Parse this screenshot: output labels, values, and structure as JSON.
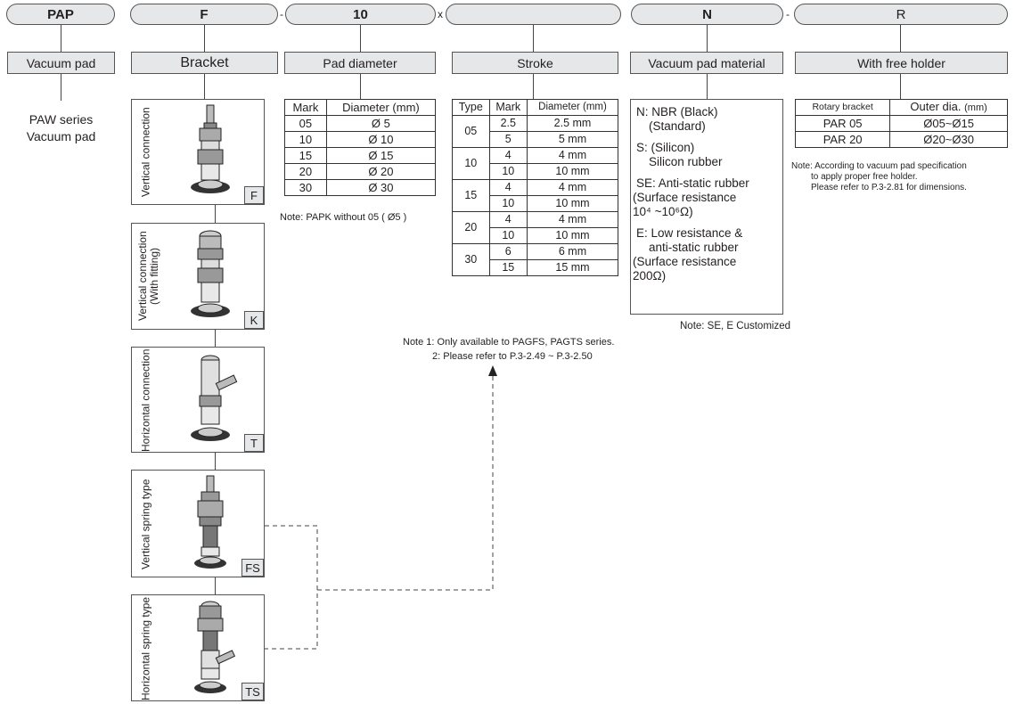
{
  "codes": {
    "pap": "PAP",
    "f": "F",
    "d10": "10",
    "x_sep": "x",
    "n": "N",
    "dash_sep": "-",
    "r": "R"
  },
  "labels": {
    "vacuum_pad": "Vacuum pad",
    "bracket": "Bracket",
    "pad_diameter": "Pad diameter",
    "stroke": "Stroke",
    "vacuum_pad_material": "Vacuum pad material",
    "with_free_holder": "With free holder"
  },
  "paw": {
    "line1": "PAW series",
    "line2": "Vacuum pad"
  },
  "brackets": [
    {
      "label": "Vertical connection",
      "label2": "",
      "mark": "F"
    },
    {
      "label": "Vertical connection",
      "label2": "(With fitting)",
      "mark": "K"
    },
    {
      "label": "Horizontal connection",
      "label2": "",
      "mark": "T"
    },
    {
      "label": "Vertical spring type",
      "label2": "",
      "mark": "FS"
    },
    {
      "label": "Horizontal spring type",
      "label2": "",
      "mark": "TS"
    }
  ],
  "pad_table": {
    "headers": [
      "Mark",
      "Diameter (mm)"
    ],
    "rows": [
      [
        "05",
        "Ø 5"
      ],
      [
        "10",
        "Ø 10"
      ],
      [
        "15",
        "Ø 15"
      ],
      [
        "20",
        "Ø 20"
      ],
      [
        "30",
        "Ø 30"
      ]
    ],
    "note": "Note: PAPK without 05 ( Ø5 )"
  },
  "stroke_table": {
    "headers": [
      "Type",
      "Mark",
      "Diameter (mm)"
    ],
    "groups": [
      {
        "type": "05",
        "rows": [
          [
            "2.5",
            "2.5 mm"
          ],
          [
            "5",
            "5 mm"
          ]
        ]
      },
      {
        "type": "10",
        "rows": [
          [
            "4",
            "4 mm"
          ],
          [
            "10",
            "10 mm"
          ]
        ]
      },
      {
        "type": "15",
        "rows": [
          [
            "4",
            "4 mm"
          ],
          [
            "10",
            "10 mm"
          ]
        ]
      },
      {
        "type": "20",
        "rows": [
          [
            "4",
            "4 mm"
          ],
          [
            "10",
            "10 mm"
          ]
        ]
      },
      {
        "type": "30",
        "rows": [
          [
            "6",
            "6 mm"
          ],
          [
            "15",
            "15 mm"
          ]
        ]
      }
    ],
    "note1": "Note 1: Only available to PAGFS, PAGTS series.",
    "note2": "2: Please refer to P.3-2.49 ~ P.3-2.50"
  },
  "material": {
    "n1": "N: NBR (Black)",
    "n2": "(Standard)",
    "s1": "S: (Silicon)",
    "s2": "Silicon rubber",
    "se1": "SE: Anti-static rubber",
    "se2": "(Surface resistance",
    "se3": "10⁴ ~10⁶Ω)",
    "e1": "E: Low resistance &",
    "e2": "anti-static rubber",
    "e3": "(Surface resistance",
    "e4": "200Ω)",
    "note": "Note: SE, E Customized"
  },
  "holder_table": {
    "headers": [
      "Rotary bracket",
      "Outer dia.",
      "(mm)"
    ],
    "rows": [
      [
        "PAR 05",
        "Ø05~Ø15"
      ],
      [
        "PAR 20",
        "Ø20~Ø30"
      ]
    ],
    "note1": "Note: According to vacuum pad specification",
    "note2": "to apply proper free holder.",
    "note3": "Please refer to P.3-2.81 for dimensions."
  }
}
